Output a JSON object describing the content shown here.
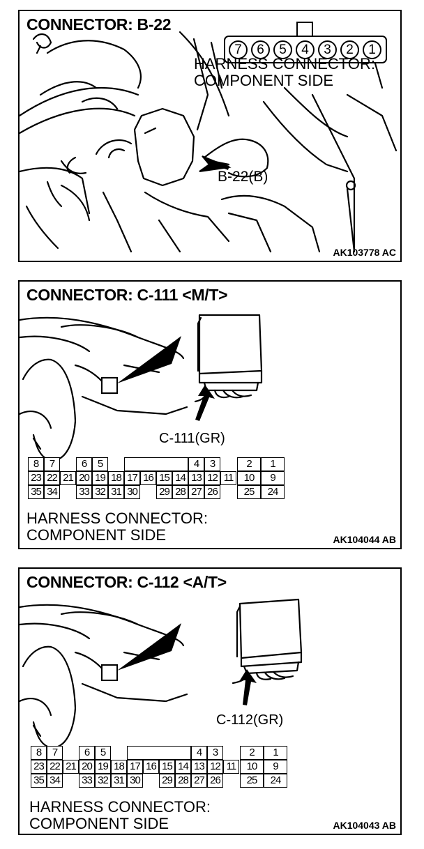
{
  "panels": [
    {
      "title": "CONNECTOR: B-22",
      "harness_label": "HARNESS CONNECTOR:\nCOMPONENT SIDE",
      "callout": "B-22(B)",
      "figure_id": "AK103778 AC",
      "pins": [
        "7",
        "6",
        "5",
        "4",
        "3",
        "2",
        "1"
      ]
    },
    {
      "title": "CONNECTOR: C-111 <M/T>",
      "callout": "C-111(GR)",
      "harness_label": "HARNESS CONNECTOR:\nCOMPONENT SIDE",
      "figure_id": "AK104044 AB",
      "grid": {
        "row1": [
          "8",
          "7",
          "",
          "6",
          "5",
          "",
          "",
          "",
          "",
          "",
          "4",
          "3",
          "",
          "2",
          "1"
        ],
        "row2": [
          "23",
          "22",
          "21",
          "20",
          "19",
          "18",
          "17",
          "16",
          "15",
          "14",
          "13",
          "12",
          "11",
          "10",
          "9"
        ],
        "row3": [
          "35",
          "34",
          "",
          "33",
          "32",
          "31",
          "30",
          "",
          "29",
          "28",
          "27",
          "26",
          "",
          "25",
          "24"
        ]
      }
    },
    {
      "title": "CONNECTOR: C-112 <A/T>",
      "callout": "C-112(GR)",
      "harness_label": "HARNESS CONNECTOR:\nCOMPONENT SIDE",
      "figure_id": "AK104043 AB",
      "grid": {
        "row1": [
          "8",
          "7",
          "",
          "6",
          "5",
          "",
          "",
          "",
          "",
          "",
          "4",
          "3",
          "",
          "2",
          "1"
        ],
        "row2": [
          "23",
          "22",
          "21",
          "20",
          "19",
          "18",
          "17",
          "16",
          "15",
          "14",
          "13",
          "12",
          "11",
          "10",
          "9"
        ],
        "row3": [
          "35",
          "34",
          "",
          "33",
          "32",
          "31",
          "30",
          "",
          "29",
          "28",
          "27",
          "26",
          "",
          "25",
          "24"
        ]
      }
    }
  ]
}
